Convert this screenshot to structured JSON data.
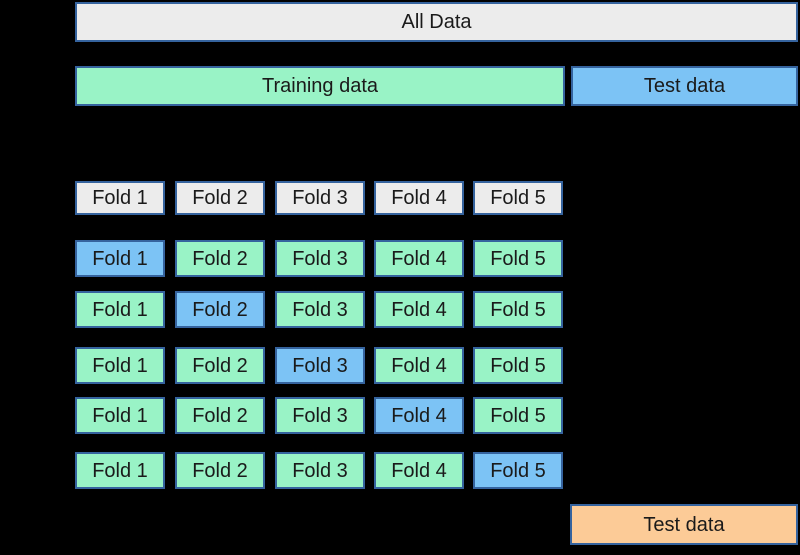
{
  "bars": {
    "all_data": "All Data",
    "training": "Training data",
    "test": "Test data",
    "final_test": "Test data"
  },
  "folds": {
    "header": [
      "Fold 1",
      "Fold 2",
      "Fold 3",
      "Fold 4",
      "Fold 5"
    ],
    "rows": [
      {
        "cells": [
          "Fold 1",
          "Fold 2",
          "Fold 3",
          "Fold 4",
          "Fold 5"
        ],
        "test_fold_index": 0
      },
      {
        "cells": [
          "Fold 1",
          "Fold 2",
          "Fold 3",
          "Fold 4",
          "Fold 5"
        ],
        "test_fold_index": 1
      },
      {
        "cells": [
          "Fold 1",
          "Fold 2",
          "Fold 3",
          "Fold 4",
          "Fold 5"
        ],
        "test_fold_index": 2
      },
      {
        "cells": [
          "Fold 1",
          "Fold 2",
          "Fold 3",
          "Fold 4",
          "Fold 5"
        ],
        "test_fold_index": 3
      },
      {
        "cells": [
          "Fold 1",
          "Fold 2",
          "Fold 3",
          "Fold 4",
          "Fold 5"
        ],
        "test_fold_index": 4
      }
    ]
  },
  "colors": {
    "background": "#000000",
    "box_border": "#35639e",
    "neutral_fill": "#ececec",
    "training_fill": "#99f3c6",
    "test_fill": "#7cc3f5",
    "final_test_fill": "#fccb97",
    "text": "#1a1a1a"
  }
}
